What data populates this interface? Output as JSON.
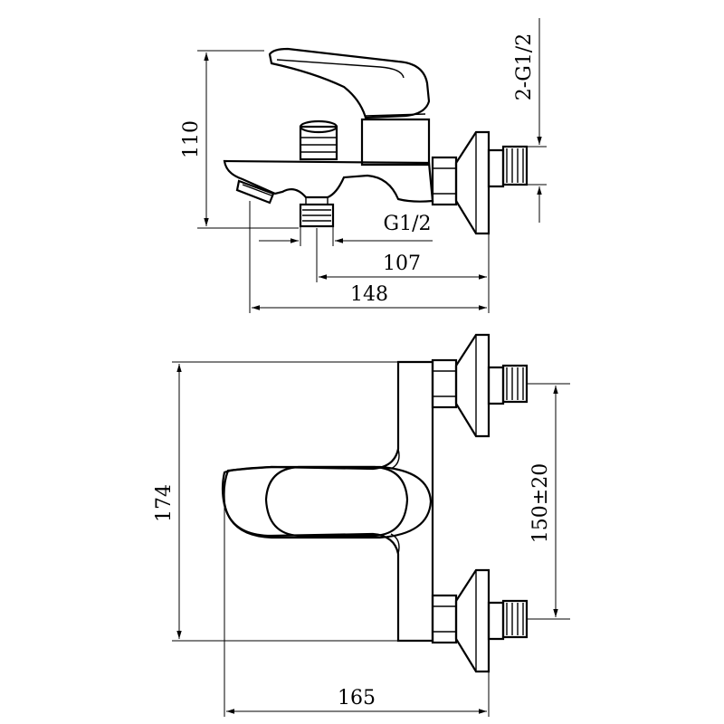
{
  "side_view": {
    "height_label": "110",
    "inlet_thread_label": "2-G1/2",
    "outlet_thread_label": "G1/2",
    "spout_depth_label": "107",
    "overall_depth_label": "148"
  },
  "top_view": {
    "length_label": "174",
    "center_distance_label": "150±20",
    "width_label": "165"
  }
}
